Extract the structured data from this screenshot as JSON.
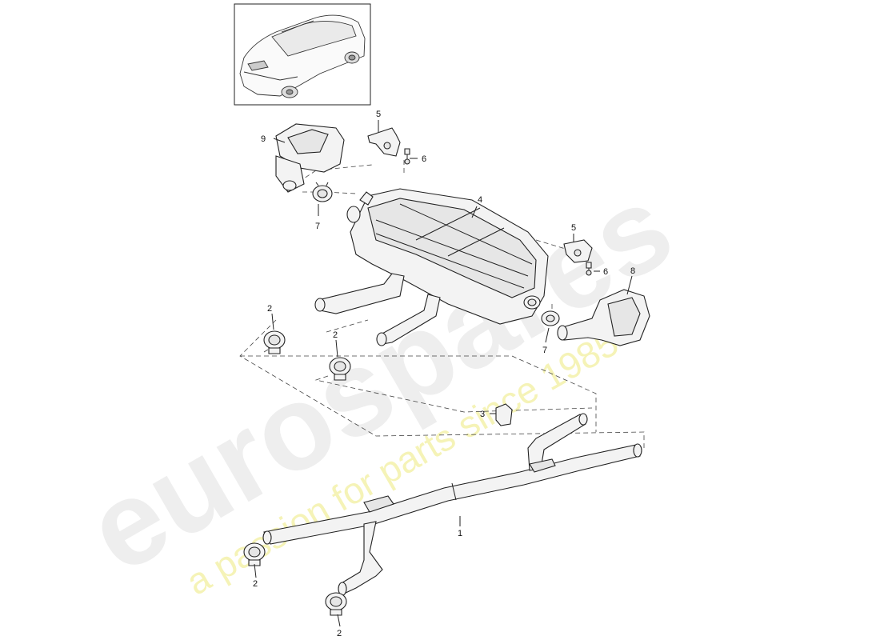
{
  "watermark": {
    "brand": "eurospares",
    "tagline": "a passion for parts since 1985"
  },
  "callouts": {
    "c1": "1",
    "c2a": "2",
    "c2b": "2",
    "c2c": "2",
    "c2d": "2",
    "c3": "3",
    "c4": "4",
    "c5a": "5",
    "c5b": "5",
    "c6a": "6",
    "c6b": "6",
    "c7a": "7",
    "c7b": "7",
    "c8": "8",
    "c9": "9"
  },
  "colors": {
    "line": "#222222",
    "part_fill": "#f3f3f3",
    "watermark_grey": "#e9e9e9",
    "watermark_yellow": "#f2ef9a"
  }
}
